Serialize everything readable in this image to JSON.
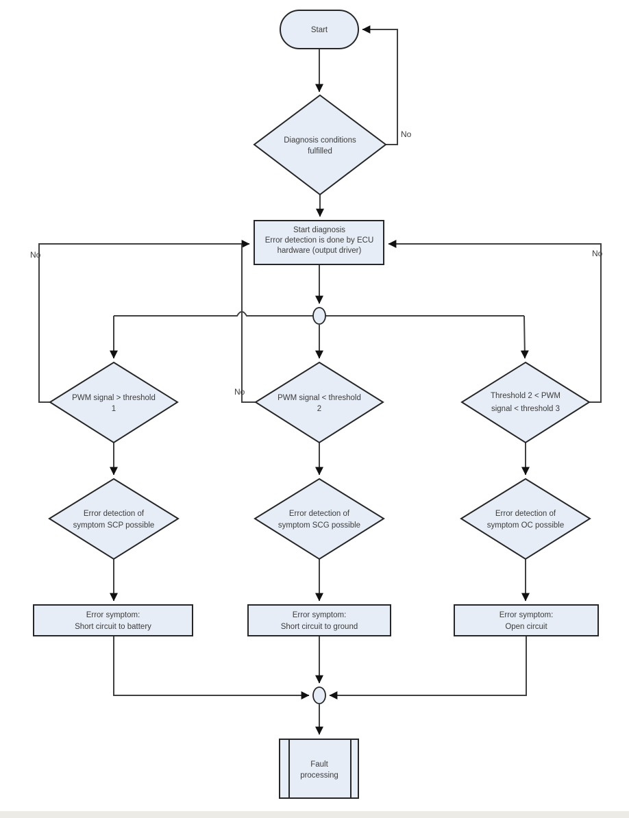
{
  "page": {
    "background": "#ffffff",
    "footer_strip_color": "#edebe6"
  },
  "colors": {
    "shape_fill": "#e6edf6",
    "shape_stroke": "#262626",
    "line": "#3f3f3f",
    "text": "#3b3b3b",
    "arrowhead": "#111111"
  },
  "flowchart": {
    "start": {
      "label": "Start"
    },
    "decision_conditions": {
      "l1": "Diagnosis conditions",
      "l2": "fulfilled"
    },
    "process_start_diagnosis": {
      "l1": "Start diagnosis",
      "l2": "Error detection is done by ECU",
      "l3": "hardware (output driver)"
    },
    "decision_pwm_gt_t1": {
      "l1": "PWM signal > threshold",
      "l2": "1"
    },
    "decision_pwm_lt_t2": {
      "l1": "PWM signal < threshold",
      "l2": "2"
    },
    "decision_t2_pwm_t3": {
      "l1": "Threshold 2 < PWM",
      "l2": "signal < threshold 3"
    },
    "decision_scp": {
      "l1": "Error detection of",
      "l2": "symptom SCP possible"
    },
    "decision_scg": {
      "l1": "Error detection of",
      "l2": "symptom SCG possible"
    },
    "decision_oc": {
      "l1": "Error detection of",
      "l2": "symptom OC possible"
    },
    "symptom_battery": {
      "l1": "Error symptom:",
      "l2": "Short circuit to battery"
    },
    "symptom_ground": {
      "l1": "Error symptom:",
      "l2": "Short circuit to ground"
    },
    "symptom_open": {
      "l1": "Error symptom:",
      "l2": "Open circuit"
    },
    "fault_processing": {
      "l1": "Fault",
      "l2": "processing"
    },
    "labels": {
      "no_start_loop": "No",
      "no_left": "No",
      "no_middle": "No",
      "no_right": "No"
    }
  }
}
